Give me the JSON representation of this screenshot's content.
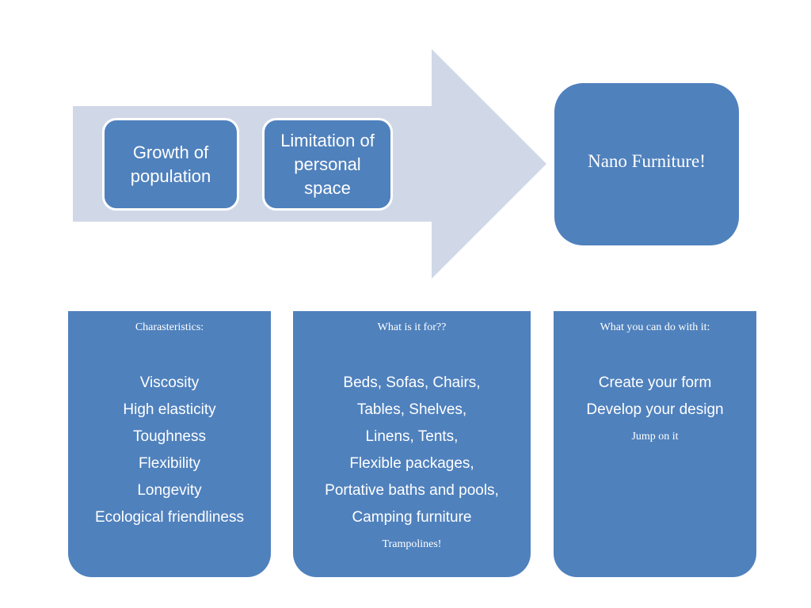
{
  "process": {
    "steps": [
      {
        "label": "Growth of population"
      },
      {
        "label": "Limitation of personal space"
      }
    ],
    "result": "Nano Furniture!"
  },
  "details": {
    "characteristics": {
      "heading": "Charasteristics:",
      "items": [
        "Viscosity",
        "High elasticity",
        "Toughness",
        "Flexibility",
        "Longevity",
        "Ecological friendliness"
      ]
    },
    "uses": {
      "heading": "What is it for??",
      "items": [
        "Beds, Sofas, Chairs,",
        "Tables, Shelves,",
        "Linens, Tents,",
        "Flexible packages,",
        "Portative baths and pools,",
        "Camping furniture"
      ],
      "note": "Trampolines!"
    },
    "actions": {
      "heading": "What you can do with it:",
      "items": [
        "Create your form",
        "Develop your design"
      ],
      "note": "Jump on it"
    }
  },
  "colors": {
    "box_fill": "#4f81bd",
    "arrow_fill": "#d0d8e8",
    "text": "#ffffff"
  }
}
